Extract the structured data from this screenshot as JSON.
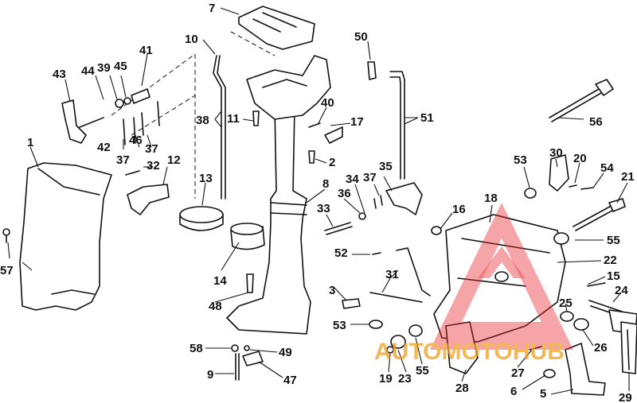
{
  "diagram": {
    "callouts": [
      {
        "id": "c7",
        "text": "7"
      },
      {
        "id": "c10",
        "text": "10"
      },
      {
        "id": "c50",
        "text": "50"
      },
      {
        "id": "c41",
        "text": "41"
      },
      {
        "id": "c43",
        "text": "43"
      },
      {
        "id": "c44",
        "text": "44"
      },
      {
        "id": "c39",
        "text": "39"
      },
      {
        "id": "c45",
        "text": "45"
      },
      {
        "id": "c40",
        "text": "40"
      },
      {
        "id": "c51",
        "text": "51"
      },
      {
        "id": "c56",
        "text": "56"
      },
      {
        "id": "c38",
        "text": "38"
      },
      {
        "id": "c11",
        "text": "11"
      },
      {
        "id": "c17",
        "text": "17"
      },
      {
        "id": "c1",
        "text": "1"
      },
      {
        "id": "c42",
        "text": "42"
      },
      {
        "id": "c46",
        "text": "46"
      },
      {
        "id": "c37a",
        "text": "37"
      },
      {
        "id": "c37b",
        "text": "37"
      },
      {
        "id": "c2",
        "text": "2"
      },
      {
        "id": "c32",
        "text": "32"
      },
      {
        "id": "c12",
        "text": "12"
      },
      {
        "id": "c35",
        "text": "35"
      },
      {
        "id": "c34",
        "text": "34"
      },
      {
        "id": "c37c",
        "text": "37"
      },
      {
        "id": "c30",
        "text": "30"
      },
      {
        "id": "c53a",
        "text": "53"
      },
      {
        "id": "c20",
        "text": "20"
      },
      {
        "id": "c54",
        "text": "54"
      },
      {
        "id": "c21",
        "text": "21"
      },
      {
        "id": "c13",
        "text": "13"
      },
      {
        "id": "c8",
        "text": "8"
      },
      {
        "id": "c36",
        "text": "36"
      },
      {
        "id": "c33",
        "text": "33"
      },
      {
        "id": "c18",
        "text": "18"
      },
      {
        "id": "c16",
        "text": "16"
      },
      {
        "id": "c55a",
        "text": "55"
      },
      {
        "id": "c57",
        "text": "57"
      },
      {
        "id": "c52",
        "text": "52"
      },
      {
        "id": "c22",
        "text": "22"
      },
      {
        "id": "c14",
        "text": "14"
      },
      {
        "id": "c31",
        "text": "31"
      },
      {
        "id": "c15",
        "text": "15"
      },
      {
        "id": "c3",
        "text": "3"
      },
      {
        "id": "c24",
        "text": "24"
      },
      {
        "id": "c48",
        "text": "48"
      },
      {
        "id": "c25",
        "text": "25"
      },
      {
        "id": "c53b",
        "text": "53"
      },
      {
        "id": "c26",
        "text": "26"
      },
      {
        "id": "c58",
        "text": "58"
      },
      {
        "id": "c49",
        "text": "49"
      },
      {
        "id": "c9",
        "text": "9"
      },
      {
        "id": "c47",
        "text": "47"
      },
      {
        "id": "c19",
        "text": "19"
      },
      {
        "id": "c23",
        "text": "23"
      },
      {
        "id": "c55b",
        "text": "55"
      },
      {
        "id": "c28",
        "text": "28"
      },
      {
        "id": "c27",
        "text": "27"
      },
      {
        "id": "c6",
        "text": "6"
      },
      {
        "id": "c5",
        "text": "5"
      },
      {
        "id": "c29",
        "text": "29"
      }
    ]
  },
  "watermark": {
    "text": "AUTOMOTOHUB",
    "color": "#e8232a",
    "accent": "#f0a020"
  }
}
